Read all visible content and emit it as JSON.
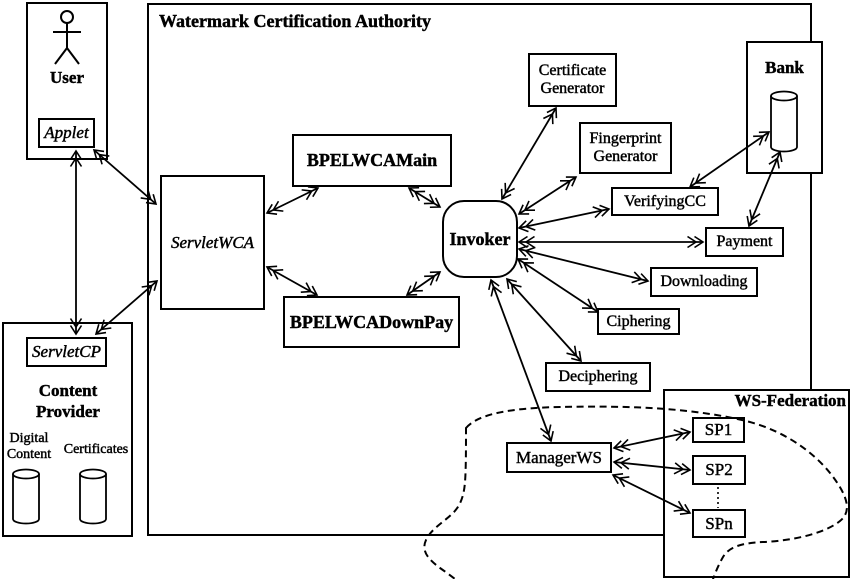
{
  "diagram": {
    "title": "Watermark Certification Authority",
    "colors": {
      "line": "#000000",
      "background": "#ffffff"
    },
    "nodes": {
      "user": "User",
      "applet": "Applet",
      "servlet_wca": "ServletWCA",
      "bpel_main": "BPELWCAMain",
      "bpel_downpay": "BPELWCADownPay",
      "invoker": "Invoker",
      "certificate_generator": "Certificate Generator",
      "fingerprint_generator": "Fingerprint Generator",
      "verifying_cc": "VerifyingCC",
      "payment": "Payment",
      "downloading": "Downloading",
      "ciphering": "Ciphering",
      "deciphering": "Deciphering",
      "bank": "Bank",
      "manager_ws": "ManagerWS",
      "ws_federation": "WS-Federation",
      "sp1": "SP1",
      "sp2": "SP2",
      "spn": "SPn",
      "content_provider": "Content Provider",
      "servlet_cp": "ServletCP",
      "digital_content": "Digital Content",
      "certificates": "Certificates"
    }
  }
}
